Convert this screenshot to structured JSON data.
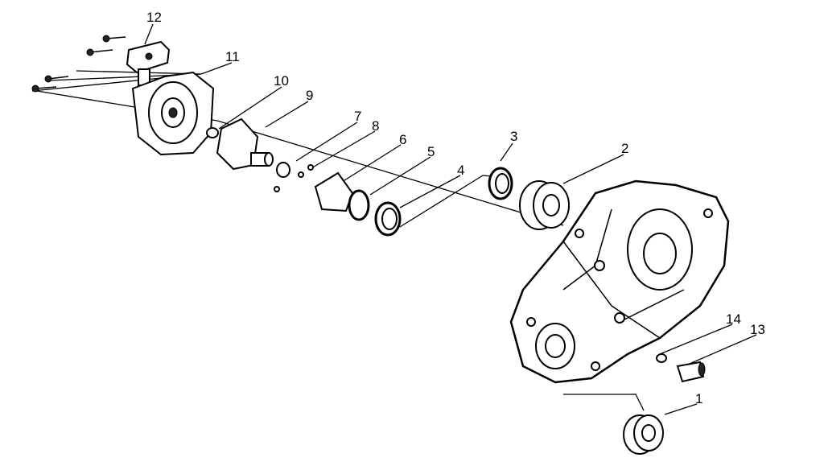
{
  "diagram": {
    "type": "exploded-parts-diagram",
    "callouts": [
      "1",
      "2",
      "3",
      "4",
      "5",
      "6",
      "7",
      "8",
      "9",
      "10",
      "11",
      "12",
      "13",
      "14"
    ]
  }
}
